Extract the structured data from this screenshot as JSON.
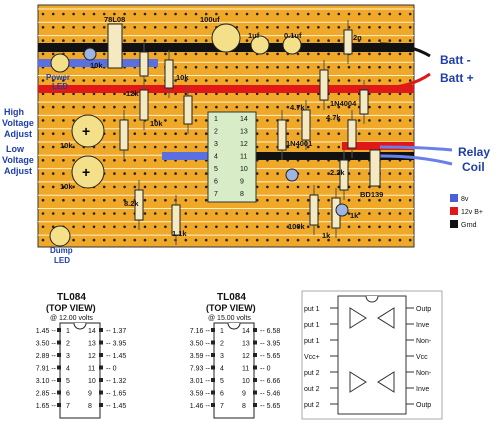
{
  "board": {
    "ic_pins_left": [
      "1",
      "2",
      "3",
      "4",
      "5",
      "6",
      "7"
    ],
    "ic_pins_right": [
      "14",
      "13",
      "12",
      "11",
      "10",
      "9",
      "8"
    ],
    "components": {
      "regulator": "78L08",
      "cap_100uf": "100uf",
      "cap_1uf": "1uf",
      "cap_01uf": "0.1uf",
      "res_10k_top": "10k",
      "res_10k_left": "10k",
      "res_12k": "12k",
      "res_10k_mid": "10k",
      "pot_high": "10k",
      "pot_low": "10k",
      "res_8_2k": "8.2k",
      "res_1_1k": "1.1k",
      "res_1k_bottom": "1k",
      "res_47k_a": "4.7k",
      "res_47k_b": "4.7k",
      "res_22k": "2.2k",
      "res_100k": "100k",
      "res_1k_right": "1k",
      "diode_a": "1N4001",
      "diode_b": "1N4004",
      "transistor": "BD139",
      "cap_ceramic": "2n"
    },
    "labels": {
      "power_led": "Power\nLED",
      "high_voltage": "High\nVoltage\nAdjust",
      "low_voltage": "Low\nVoltage\nAdjust",
      "dump_led": "Dump\nLED",
      "batt_minus": "Batt -",
      "batt_plus": "Batt +",
      "relay_coil": "Relay\nCoil"
    },
    "legend": [
      {
        "label": "8v",
        "color": "#4a5fd8"
      },
      {
        "label": "12v B+",
        "color": "#e01818"
      },
      {
        "label": "Grnd",
        "color": "#111111"
      }
    ]
  },
  "ic1": {
    "title": "TL084",
    "subtitle": "(TOP VIEW)",
    "voltage": "@ 12.00 volts",
    "left_pins": [
      {
        "num": "1",
        "value": "1.45 --"
      },
      {
        "num": "2",
        "value": "3.50 --"
      },
      {
        "num": "3",
        "value": "2.89 --"
      },
      {
        "num": "4",
        "value": "7.91 --"
      },
      {
        "num": "5",
        "value": "3.10 --"
      },
      {
        "num": "6",
        "value": "2.85 --"
      },
      {
        "num": "7",
        "value": "1.65 --"
      }
    ],
    "right_pins": [
      {
        "num": "14",
        "value": "-- 1.37"
      },
      {
        "num": "13",
        "value": "-- 3.95"
      },
      {
        "num": "12",
        "value": "-- 1.45"
      },
      {
        "num": "11",
        "value": "-- 0"
      },
      {
        "num": "10",
        "value": "-- 1.32"
      },
      {
        "num": "9",
        "value": "-- 1.65"
      },
      {
        "num": "8",
        "value": "-- 1.45"
      }
    ]
  },
  "ic2": {
    "title": "TL084",
    "subtitle": "(TOP VIEW)",
    "voltage": "@ 15.00 volts",
    "left_pins": [
      {
        "num": "1",
        "value": "7.16 --"
      },
      {
        "num": "2",
        "value": "3.50 --"
      },
      {
        "num": "3",
        "value": "3.59 --"
      },
      {
        "num": "4",
        "value": "7.93 --"
      },
      {
        "num": "5",
        "value": "3.01 --"
      },
      {
        "num": "6",
        "value": "3.59 --"
      },
      {
        "num": "7",
        "value": "1.46 --"
      }
    ],
    "right_pins": [
      {
        "num": "14",
        "value": "-- 6.58"
      },
      {
        "num": "13",
        "value": "-- 3.95"
      },
      {
        "num": "12",
        "value": "-- 5.65"
      },
      {
        "num": "11",
        "value": "-- 0"
      },
      {
        "num": "10",
        "value": "-- 6.66"
      },
      {
        "num": "9",
        "value": "-- 5.46"
      },
      {
        "num": "8",
        "value": "-- 5.65"
      }
    ]
  },
  "ic3": {
    "left_pins": [
      "put 1",
      "put 1",
      "put 1",
      "Vcc+",
      "put 2",
      "out 2",
      "put 2"
    ],
    "right_pins": [
      "Outp",
      "Inve",
      "Non-",
      "Vcc",
      "Non-",
      "Inve",
      "Outp"
    ]
  }
}
